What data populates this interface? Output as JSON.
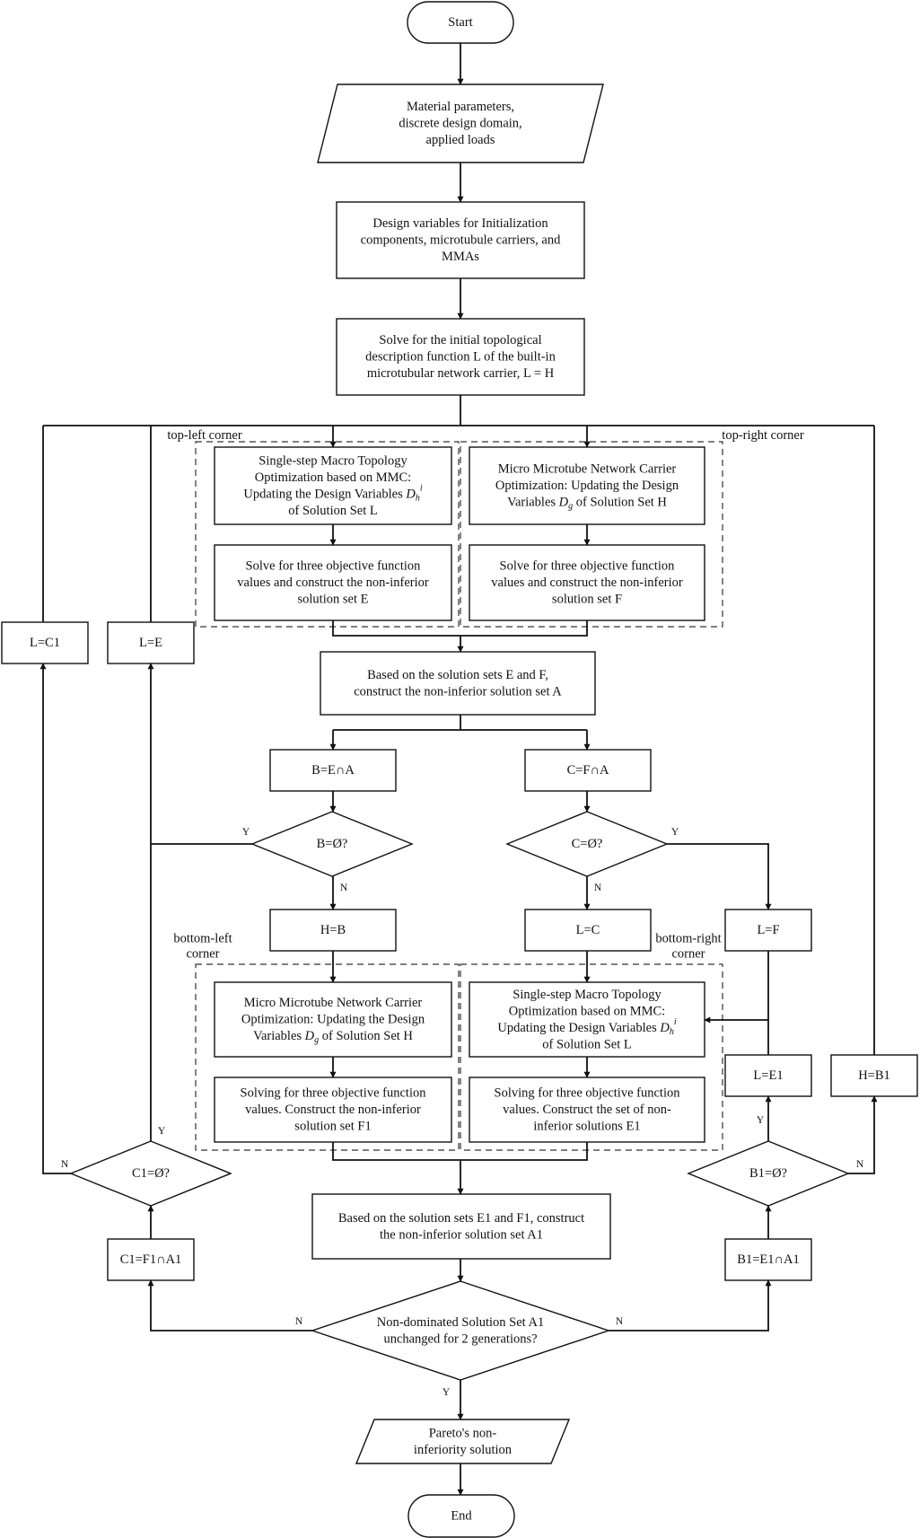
{
  "nodes": {
    "start": "Start",
    "input": [
      "Material parameters,",
      "discrete design domain,",
      "applied loads"
    ],
    "init": [
      "Design variables for Initialization",
      "components, microtubule carriers, and",
      "MMAs"
    ],
    "solve_init": [
      "Solve for the initial topological",
      "description function L of the built-in",
      "microtubular network carrier, L = H"
    ],
    "macro_top": [
      "Single-step Macro Topology",
      "Optimization based on MMC:",
      "Updating the Design Variables D_h^i",
      "of Solution Set L"
    ],
    "micro_top": [
      "Micro Microtube Network Carrier",
      "Optimization: Updating the Design",
      "Variables D_g of Solution Set H"
    ],
    "obj_e": [
      "Solve for three objective function",
      "values and construct the non-inferior",
      "solution set E"
    ],
    "obj_f": [
      "Solve for three objective function",
      "values and construct the non-inferior",
      "solution set F"
    ],
    "construct_a": [
      "Based on the solution sets E and F,",
      "construct the non-inferior solution set A"
    ],
    "b_set": "B=E∩A",
    "c_set": "C=F∩A",
    "b_empty": "B=Ø?",
    "c_empty": "C=Ø?",
    "h_b": "H=B",
    "l_c": "L=C",
    "l_f": "L=F",
    "l_c1": "L=C1",
    "l_e": "L=E",
    "micro_bot": [
      "Micro Microtube Network Carrier",
      "Optimization: Updating the Design",
      "Variables D_g of Solution Set H"
    ],
    "macro_bot": [
      "Single-step Macro Topology",
      "Optimization based on MMC:",
      "Updating the Design Variables D_h^i",
      "of Solution Set L"
    ],
    "obj_f1": [
      "Solving for three objective function",
      "values. Construct the non-inferior",
      "solution set F1"
    ],
    "obj_e1": [
      "Solving for three objective function",
      "values. Construct the set of non-",
      "inferior solutions E1"
    ],
    "l_e1": "L=E1",
    "h_b1": "H=B1",
    "c1_empty": "C1=Ø?",
    "b1_empty": "B1=Ø?",
    "construct_a1": [
      "Based on the solution sets E1 and F1, construct",
      "the non-inferior solution set A1"
    ],
    "c1_set": "C1=F1∩A1",
    "b1_set": "B1=E1∩A1",
    "converge": [
      "Non-dominated Solution Set A1",
      "unchanged for 2 generations?"
    ],
    "pareto": [
      "Pareto's non-",
      "inferiority solution"
    ],
    "end": "End"
  },
  "corners": {
    "top_left": "top-left corner",
    "top_right": "top-right corner",
    "bottom_left": [
      "bottom-left",
      "corner"
    ],
    "bottom_right": [
      "bottom-right",
      "corner"
    ]
  },
  "edge_labels": {
    "yes": "Y",
    "no": "N"
  }
}
